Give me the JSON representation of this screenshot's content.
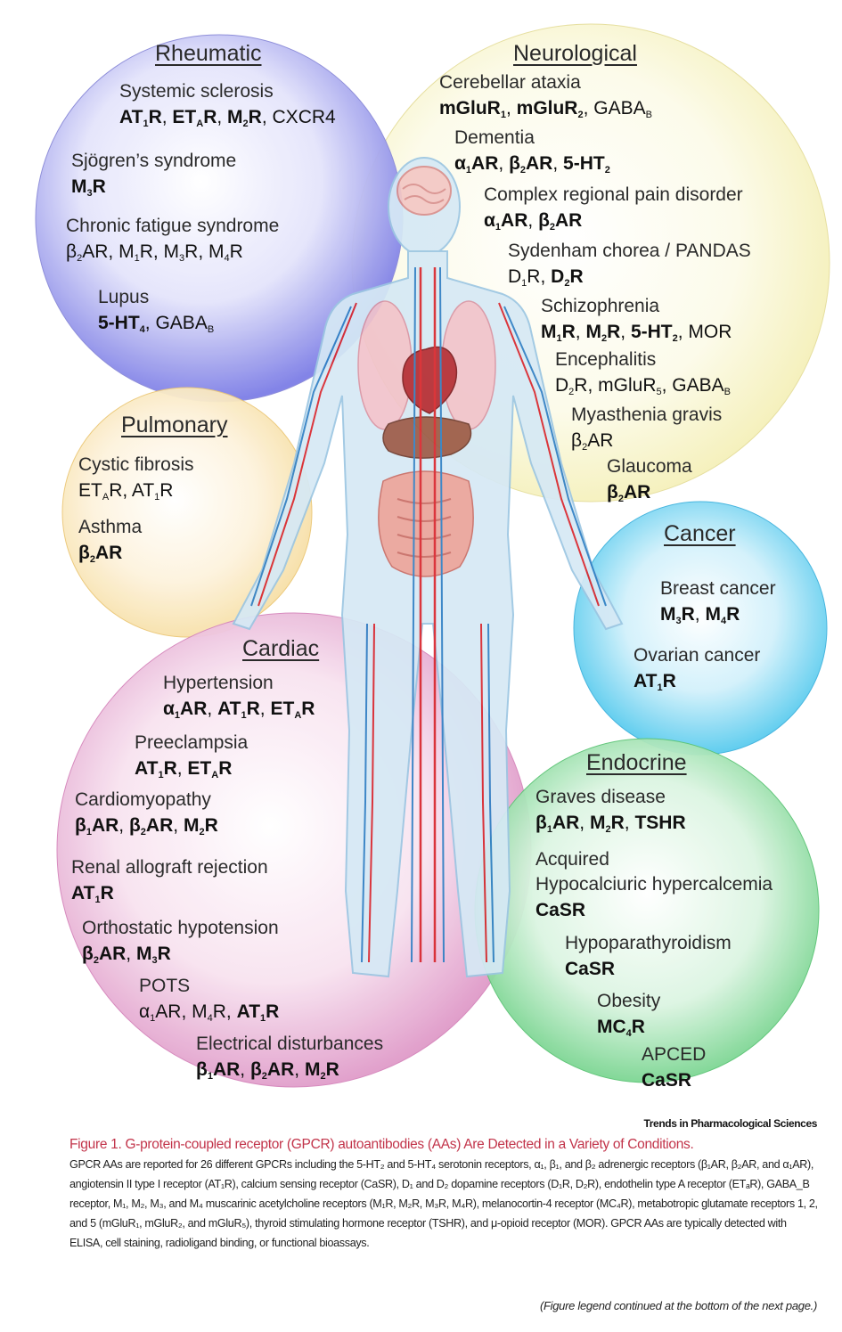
{
  "colors": {
    "rheumatic": "#7d7ee6",
    "neurological": "#f4efb6",
    "pulmonary": "#f6dda0",
    "cancer": "#3fc3ec",
    "cardiac": "#dc90c3",
    "endocrine": "#66cf80",
    "artery": "#d8262d",
    "vein": "#2f7fc4",
    "skin": "#d6e9f5",
    "caption_title": "#c2344a"
  },
  "figure": {
    "illustration": "human-body-anatomy",
    "sections": [
      {
        "id": "rheumatic",
        "title": "Rheumatic",
        "entries": [
          {
            "condition": "Systemic sclerosis",
            "receptors": [
              {
                "t": "AT",
                "s": "1",
                "r": "R",
                "b": true
              },
              {
                "t": "ET",
                "s": "A",
                "r": "R",
                "b": true
              },
              {
                "t": "M",
                "s": "2",
                "r": "R",
                "b": true
              },
              {
                "t": "CXCR4",
                "s": "",
                "r": "",
                "b": false
              }
            ]
          },
          {
            "condition": "Sjögren’s syndrome",
            "receptors": [
              {
                "t": "M",
                "s": "3",
                "r": "R",
                "b": true
              }
            ]
          },
          {
            "condition": "Chronic fatigue syndrome",
            "receptors": [
              {
                "t": "β",
                "s": "2",
                "r": "AR",
                "b": false
              },
              {
                "t": "M",
                "s": "1",
                "r": "R",
                "b": false
              },
              {
                "t": "M",
                "s": "3",
                "r": "R",
                "b": false
              },
              {
                "t": "M",
                "s": "4",
                "r": "R",
                "b": false
              }
            ]
          },
          {
            "condition": "Lupus",
            "receptors": [
              {
                "t": "5-HT",
                "s": "4",
                "r": "",
                "b": true
              },
              {
                "t": "GABA",
                "s": "B",
                "r": "",
                "b": false
              }
            ]
          }
        ]
      },
      {
        "id": "neurological",
        "title": "Neurological",
        "entries": [
          {
            "condition": "Cerebellar ataxia",
            "receptors": [
              {
                "t": "mGluR",
                "s": "1",
                "r": "",
                "b": true
              },
              {
                "t": "mGluR",
                "s": "2",
                "r": "",
                "b": true
              },
              {
                "t": "GABA",
                "s": "B",
                "r": "",
                "b": false
              }
            ]
          },
          {
            "condition": "Dementia",
            "receptors": [
              {
                "t": "α",
                "s": "1",
                "r": "AR",
                "b": true
              },
              {
                "t": "β",
                "s": "2",
                "r": "AR",
                "b": true
              },
              {
                "t": "5-HT",
                "s": "2",
                "r": "",
                "b": true
              }
            ]
          },
          {
            "condition": "Complex regional pain disorder",
            "receptors": [
              {
                "t": "α",
                "s": "1",
                "r": "AR",
                "b": true
              },
              {
                "t": "β",
                "s": "2",
                "r": "AR",
                "b": true
              }
            ]
          },
          {
            "condition": "Sydenham chorea / PANDAS",
            "receptors": [
              {
                "t": "D",
                "s": "1",
                "r": "R",
                "b": false
              },
              {
                "t": "D",
                "s": "2",
                "r": "R",
                "b": true
              }
            ]
          },
          {
            "condition": "Schizophrenia",
            "receptors": [
              {
                "t": "M",
                "s": "1",
                "r": "R",
                "b": true
              },
              {
                "t": "M",
                "s": "2",
                "r": "R",
                "b": true
              },
              {
                "t": "5-HT",
                "s": "2",
                "r": "",
                "b": true
              },
              {
                "t": "MOR",
                "s": "",
                "r": "",
                "b": false
              }
            ]
          },
          {
            "condition": "Encephalitis",
            "receptors": [
              {
                "t": "D",
                "s": "2",
                "r": "R",
                "b": false
              },
              {
                "t": "mGluR",
                "s": "5",
                "r": "",
                "b": false
              },
              {
                "t": "GABA",
                "s": "B",
                "r": "",
                "b": false
              }
            ]
          },
          {
            "condition": "Myasthenia gravis",
            "receptors": [
              {
                "t": "β",
                "s": "2",
                "r": "AR",
                "b": false
              }
            ]
          },
          {
            "condition": "Glaucoma",
            "receptors": [
              {
                "t": "β",
                "s": "2",
                "r": "AR",
                "b": true
              }
            ]
          }
        ]
      },
      {
        "id": "pulmonary",
        "title": "Pulmonary",
        "entries": [
          {
            "condition": "Cystic fibrosis",
            "receptors": [
              {
                "t": "ET",
                "s": "A",
                "r": "R",
                "b": false
              },
              {
                "t": "AT",
                "s": "1",
                "r": "R",
                "b": false
              }
            ]
          },
          {
            "condition": "Asthma",
            "receptors": [
              {
                "t": "β",
                "s": "2",
                "r": "AR",
                "b": true
              }
            ]
          }
        ]
      },
      {
        "id": "cancer",
        "title": "Cancer",
        "entries": [
          {
            "condition": "Breast cancer",
            "receptors": [
              {
                "t": "M",
                "s": "3",
                "r": "R",
                "b": true
              },
              {
                "t": "M",
                "s": "4",
                "r": "R",
                "b": true
              }
            ]
          },
          {
            "condition": "Ovarian cancer",
            "receptors": [
              {
                "t": "AT",
                "s": "1",
                "r": "R",
                "b": true
              }
            ]
          }
        ]
      },
      {
        "id": "cardiac",
        "title": "Cardiac",
        "entries": [
          {
            "condition": "Hypertension",
            "receptors": [
              {
                "t": "α",
                "s": "1",
                "r": "AR",
                "b": true
              },
              {
                "t": "AT",
                "s": "1",
                "r": "R",
                "b": true
              },
              {
                "t": "ET",
                "s": "A",
                "r": "R",
                "b": true
              }
            ]
          },
          {
            "condition": "Preeclampsia",
            "receptors": [
              {
                "t": "AT",
                "s": "1",
                "r": "R",
                "b": true
              },
              {
                "t": "ET",
                "s": "A",
                "r": "R",
                "b": true
              }
            ]
          },
          {
            "condition": "Cardiomyopathy",
            "receptors": [
              {
                "t": "β",
                "s": "1",
                "r": "AR",
                "b": true
              },
              {
                "t": "β",
                "s": "2",
                "r": "AR",
                "b": true
              },
              {
                "t": "M",
                "s": "2",
                "r": "R",
                "b": true
              }
            ]
          },
          {
            "condition": "Renal allograft rejection",
            "receptors": [
              {
                "t": "AT",
                "s": "1",
                "r": "R",
                "b": true
              }
            ]
          },
          {
            "condition": "Orthostatic hypotension",
            "receptors": [
              {
                "t": "β",
                "s": "2",
                "r": "AR",
                "b": true
              },
              {
                "t": "M",
                "s": "3",
                "r": "R",
                "b": true
              }
            ]
          },
          {
            "condition": "POTS",
            "receptors": [
              {
                "t": "α",
                "s": "1",
                "r": "AR",
                "b": false
              },
              {
                "t": "M",
                "s": "4",
                "r": "R",
                "b": false
              },
              {
                "t": "AT",
                "s": "1",
                "r": "R",
                "b": true
              }
            ]
          },
          {
            "condition": "Electrical disturbances",
            "receptors": [
              {
                "t": "β",
                "s": "1",
                "r": "AR",
                "b": true
              },
              {
                "t": "β",
                "s": "2",
                "r": "AR",
                "b": true
              },
              {
                "t": "M",
                "s": "2",
                "r": "R",
                "b": true
              }
            ]
          }
        ]
      },
      {
        "id": "endocrine",
        "title": "Endocrine",
        "entries": [
          {
            "condition": "Graves disease",
            "receptors": [
              {
                "t": "β",
                "s": "1",
                "r": "AR",
                "b": true
              },
              {
                "t": "M",
                "s": "2",
                "r": "R",
                "b": true
              },
              {
                "t": "TSHR",
                "s": "",
                "r": "",
                "b": true
              }
            ]
          },
          {
            "condition": "Acquired",
            "condition2": "Hypocalciuric hypercalcemia",
            "receptors": [
              {
                "t": "CaSR",
                "s": "",
                "r": "",
                "b": true
              }
            ]
          },
          {
            "condition": "Hypoparathyroidism",
            "receptors": [
              {
                "t": "CaSR",
                "s": "",
                "r": "",
                "b": true
              }
            ]
          },
          {
            "condition": "Obesity",
            "receptors": [
              {
                "t": "MC",
                "s": "4",
                "r": "R",
                "b": true
              }
            ]
          },
          {
            "condition": "APCED",
            "receptors": [
              {
                "t": "CaSR",
                "s": "",
                "r": "",
                "b": true
              }
            ]
          }
        ]
      }
    ]
  },
  "journal": "Trends in Pharmacological Sciences",
  "caption": {
    "title": "Figure 1. G-protein-coupled receptor (GPCR) autoantibodies (AAs) Are Detected in a Variety of Conditions.",
    "body": "GPCR AAs are reported for 26 different GPCRs including the 5-HT₂ and 5-HT₄ serotonin receptors, α₁, β₁, and β₂ adrenergic receptors (β₁AR, β₂AR, and α₁AR), angiotensin II type I receptor (AT₁R), calcium sensing receptor (CaSR), D₁ and D₂ dopamine receptors (D₁R, D₂R), endothelin type A receptor (ETₐR), GABA_B receptor, M₁, M₂, M₃, and M₄ muscarinic acetylcholine receptors (M₁R, M₂R, M₃R, M₄R), melanocortin-4 receptor (MC₄R), metabotropic glutamate receptors 1, 2, and 5 (mGluR₁, mGluR₂, and mGluR₅), thyroid stimulating hormone receptor (TSHR), and μ-opioid receptor (MOR). GPCR AAs are typically detected with ELISA, cell staining, radioligand binding, or functional bioassays.",
    "continued": "(Figure legend continued at the bottom of the next page.)"
  }
}
